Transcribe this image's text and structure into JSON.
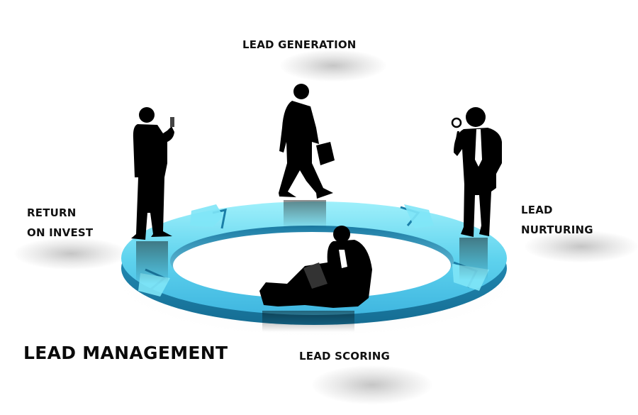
{
  "diagram": {
    "title": "LEAD MANAGEMENT",
    "stages": [
      {
        "id": "lead-generation",
        "lines": [
          "LEAD GENERATION"
        ],
        "figure": "walking-man-with-briefcase"
      },
      {
        "id": "lead-nurturing",
        "lines": [
          "LEAD",
          "NURTURING"
        ],
        "figure": "man-with-magnifying-glass"
      },
      {
        "id": "lead-scoring",
        "lines": [
          "LEAD SCORING"
        ],
        "figure": "seated-man-with-laptop"
      },
      {
        "id": "return-on-invest",
        "lines": [
          "RETURN",
          "ON INVEST"
        ],
        "figure": "man-with-phone"
      }
    ],
    "cycle": {
      "shape": "3d-ring-of-curved-arrows",
      "arrow_count": 4,
      "direction": "clockwise",
      "colors": {
        "top_face": "#5fd3ee",
        "top_face_light": "#9ff0fb",
        "side_face": "#2a9cc8",
        "side_dark": "#156d93",
        "silhouette": "#000000",
        "label_text": "#111111",
        "background": "#ffffff"
      }
    }
  }
}
